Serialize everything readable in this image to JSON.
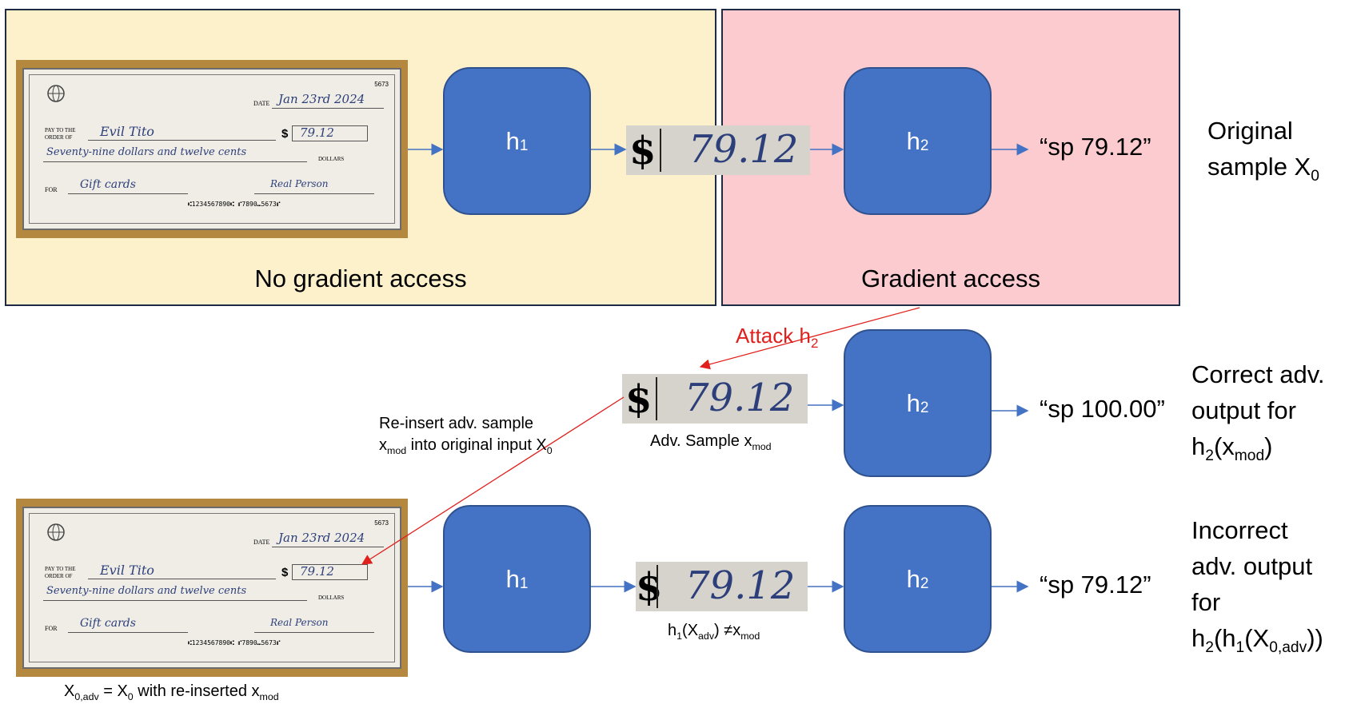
{
  "panels": {
    "left_caption": "No gradient access",
    "right_caption": "Gradient access"
  },
  "models": {
    "h1": {
      "base": "h",
      "sub": "1"
    },
    "h2": {
      "base": "h",
      "sub": "2"
    }
  },
  "outputs": {
    "row1": "“sp 79.12”",
    "row2": "“sp 100.00”",
    "row3": "“sp 79.12”"
  },
  "side_labels": {
    "original": {
      "line1": "Original",
      "line2_text": "sample X",
      "line2_sub": "0"
    },
    "correct": {
      "line1": "Correct adv.",
      "line2": "output for",
      "line3_base": "h",
      "line3_sub1": "2",
      "line3_mid": "(x",
      "line3_sub2": "mod",
      "line3_end": ")"
    },
    "incorrect": {
      "line1": "Incorrect",
      "line2": "adv. output",
      "line3": "for",
      "line4_a": "h",
      "line4_s1": "2",
      "line4_b": "(h",
      "line4_s2": "1",
      "line4_c": "(X",
      "line4_s3": "0,adv",
      "line4_d": "))"
    }
  },
  "attack_label": {
    "text": "Attack h",
    "sub": "2"
  },
  "reinsert_label": {
    "line1": "Re-insert adv. sample",
    "line2_a": "x",
    "line2_sub": "mod",
    "line2_b": " into original input X",
    "line2_sub2": "0"
  },
  "adv_sample_label": {
    "text": "Adv. Sample x",
    "sub": "mod"
  },
  "h1_output_label": {
    "a": "h",
    "s1": "1",
    "b": "(X",
    "s2": "adv",
    "c": ") ≠x",
    "s3": "mod"
  },
  "x0adv_label": {
    "a": "X",
    "s1": "0,adv",
    "b": " = X",
    "s2": "0",
    "c": " with re-inserted x",
    "s3": "mod"
  },
  "cheque": {
    "number": "5673",
    "date_label": "DATE",
    "date_value": "Jan 23rd 2024",
    "pay_label_1": "PAY TO THE",
    "pay_label_2": "ORDER OF",
    "payee": "Evil Tito",
    "currency": "$",
    "amount": "79.12",
    "amount_words": "Seventy-nine dollars and twelve cents",
    "dollars_label": "DOLLARS",
    "for_label": "FOR",
    "memo": "Gift cards",
    "signature": "Real Person",
    "micr": "⑆1234567890⑆    ⑈7890⑉5673⑈"
  },
  "crop": {
    "currency": "$",
    "amount": "79.12"
  },
  "colors": {
    "yellow_panel": "#fdf1cc",
    "pink_panel": "#fccbcf",
    "model_box": "#4472c4",
    "arrow": "#4472c4",
    "attack": "#e0201c"
  }
}
